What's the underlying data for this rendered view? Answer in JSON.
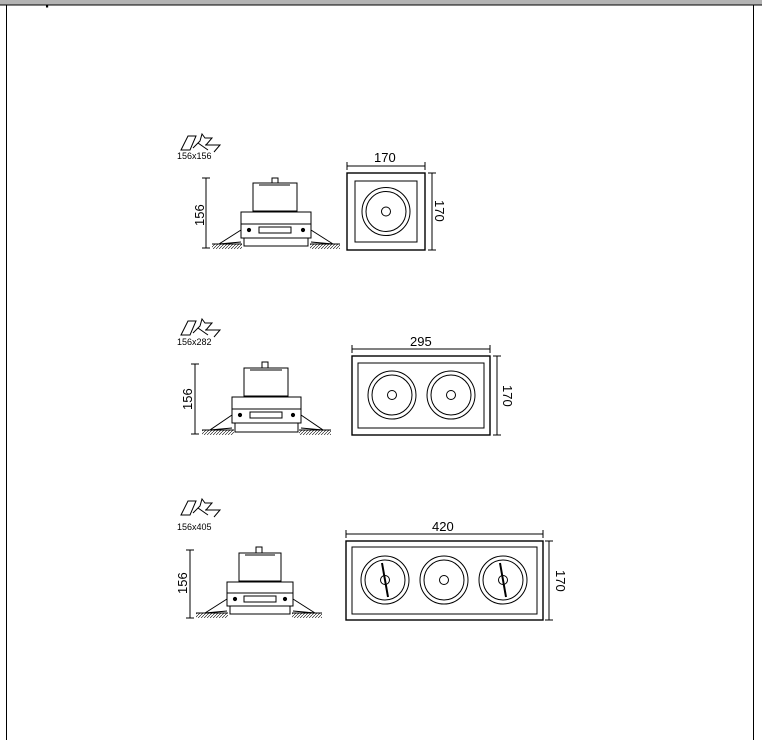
{
  "header": {
    "title": "Croquis"
  },
  "models": [
    {
      "cutout_label": "156x156",
      "height_label": "156",
      "width_label": "170",
      "depth_label": "170"
    },
    {
      "cutout_label": "156x282",
      "height_label": "156",
      "width_label": "295",
      "depth_label": "170"
    },
    {
      "cutout_label": "156x405",
      "height_label": "156",
      "width_label": "420",
      "depth_label": "170"
    }
  ]
}
